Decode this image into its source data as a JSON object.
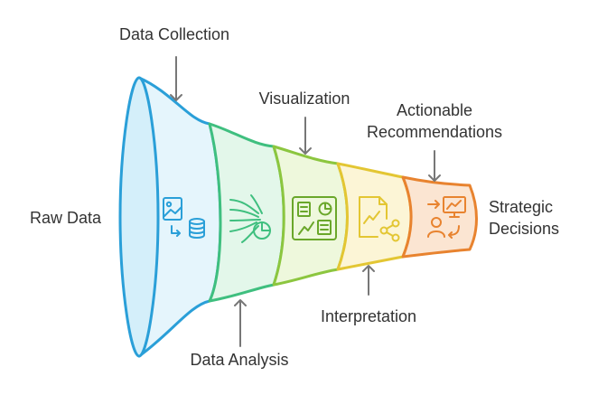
{
  "stages": [
    {
      "key": "data-collection",
      "label_lines": [
        "Data Collection"
      ],
      "icon": "image-to-database-icon",
      "color": "#2a9fd8"
    },
    {
      "key": "data-analysis",
      "label_lines": [
        "Data Analysis"
      ],
      "icon": "data-streams-to-pie-chart-icon",
      "color": "#3fbf7f"
    },
    {
      "key": "visualization",
      "label_lines": [
        "Visualization"
      ],
      "icon": "dashboard-icon",
      "color": "#8cc63f"
    },
    {
      "key": "interpretation",
      "label_lines": [
        "Interpretation"
      ],
      "icon": "chart-document-share-icon",
      "color": "#e3c633"
    },
    {
      "key": "actionable-recommendations",
      "label_lines": [
        "Actionable",
        "Recommendations"
      ],
      "icon": "person-to-presentation-icon",
      "color": "#e8832f"
    }
  ],
  "input_label": "Raw Data",
  "output_label_lines": [
    "Strategic",
    "Decisions"
  ]
}
